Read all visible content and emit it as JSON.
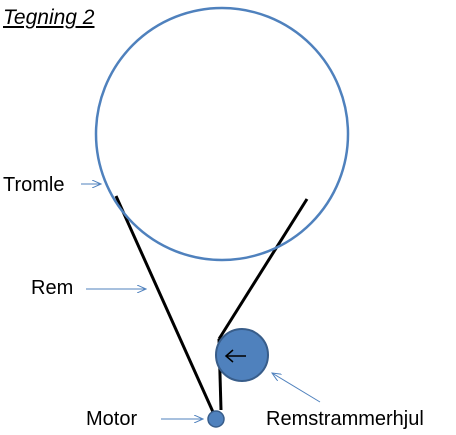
{
  "title": "Tegning 2",
  "labels": {
    "drum": "Tromle",
    "belt": "Rem",
    "motor": "Motor",
    "tensioner": "Remstrammerhjul"
  },
  "colors": {
    "drum_stroke": "#4f81bd",
    "pulley_fill": "#4f81bd",
    "pulley_stroke": "#385d8a",
    "belt": "#000000",
    "arrow": "#4f81bd",
    "text": "#000000"
  }
}
